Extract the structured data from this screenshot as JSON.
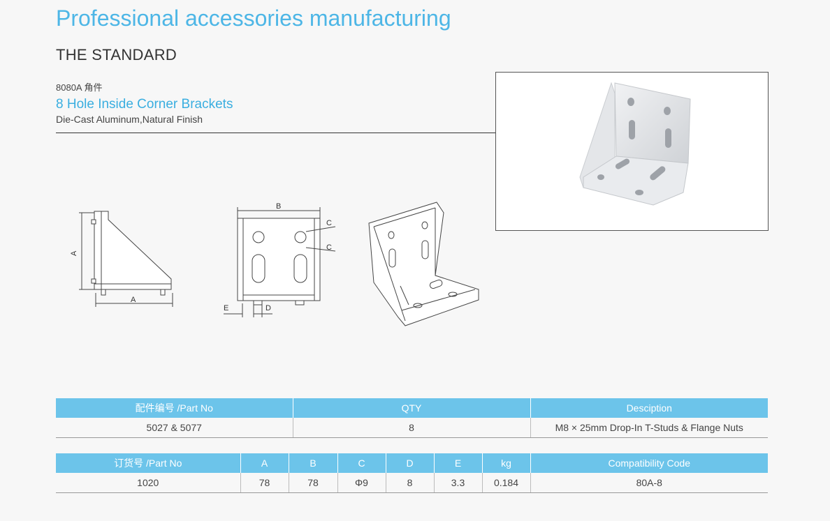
{
  "header": {
    "title": "Professional accessories manufacturing",
    "subtitle": "THE STANDARD",
    "model": "8080A 角件",
    "product_name": "8 Hole Inside Corner Brackets",
    "material": "Die-Cast Aluminum,Natural Finish"
  },
  "drawing_labels": {
    "a_vertical": "A",
    "a_horizontal": "A",
    "b": "B",
    "c_top": "C",
    "c_bottom": "C",
    "e": "E",
    "d": "D"
  },
  "table1": {
    "headers": [
      "配件编号 /Part No",
      "QTY",
      "Desciption"
    ],
    "row": [
      "5027 & 5077",
      "8",
      "M8 × 25mm Drop-In T-Studs & Flange Nuts"
    ]
  },
  "table2": {
    "headers": [
      "订货号 /Part No",
      "A",
      "B",
      "C",
      "D",
      "E",
      "kg",
      "Compatibility Code"
    ],
    "row": [
      "1020",
      "78",
      "78",
      "Φ9",
      "8",
      "3.3",
      "0.184",
      "80A-8"
    ]
  },
  "colors": {
    "accent": "#4db6e6",
    "table_header": "#6cc4ea"
  }
}
